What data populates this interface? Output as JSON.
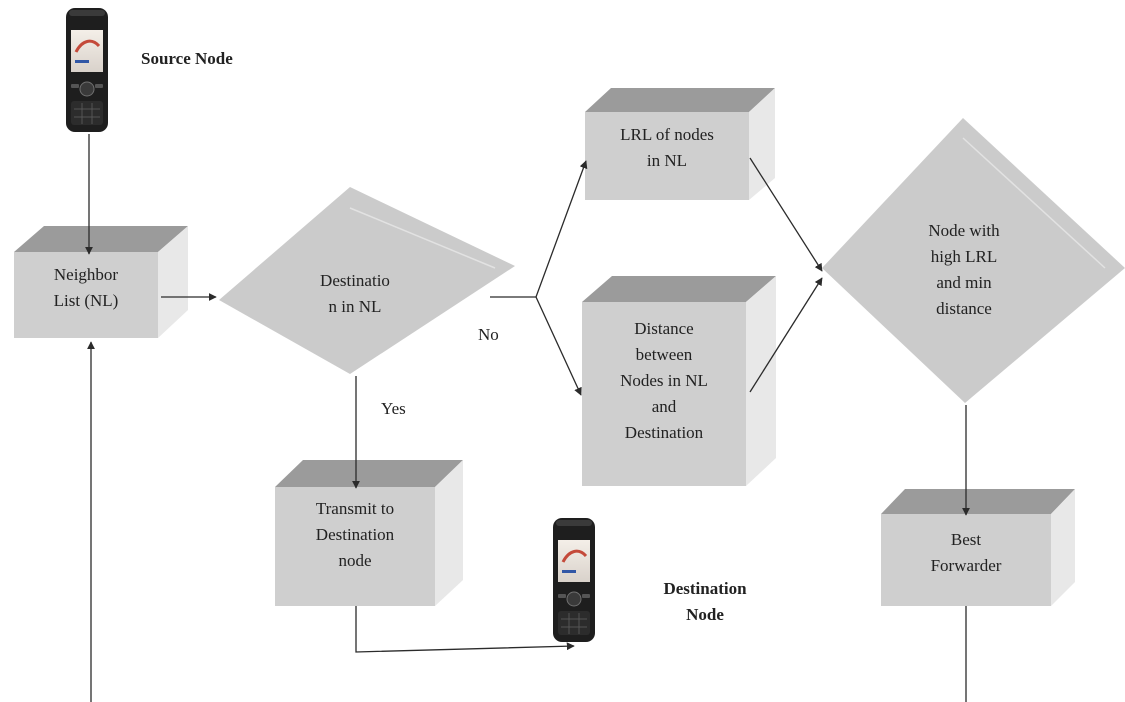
{
  "nodes": {
    "source": {
      "label": "Source Node"
    },
    "neighbor_list": {
      "lines": [
        "Neighbor",
        "List (NL)"
      ]
    },
    "decision_dest": {
      "lines": [
        "Destinatio",
        "n in NL"
      ]
    },
    "lrl": {
      "lines": [
        "LRL  of nodes",
        "in NL"
      ]
    },
    "distance": {
      "lines": [
        "Distance",
        "between",
        "Nodes in NL",
        "and",
        "Destination"
      ]
    },
    "transmit": {
      "lines": [
        "Transmit to",
        "Destination",
        "node"
      ]
    },
    "destination": {
      "lines": [
        "Destination",
        "Node"
      ]
    },
    "decision_best": {
      "lines": [
        "Node with",
        "high LRL",
        "and min",
        "distance"
      ]
    },
    "best_forwarder": {
      "lines": [
        "Best",
        "Forwarder"
      ]
    }
  },
  "edge_labels": {
    "no": "No",
    "yes": "Yes"
  },
  "icons": {
    "source_phone": "mobile-phone-icon",
    "destination_phone": "mobile-phone-icon"
  },
  "colors": {
    "box_front": "#cfcfcf",
    "box_top": "#9b9b9b",
    "box_side": "#e8e8e8",
    "diamond": "#cbcbcb",
    "line": "#2b2b2b",
    "phone_body": "#1e1e1e",
    "phone_screen": "#e7e1da"
  }
}
